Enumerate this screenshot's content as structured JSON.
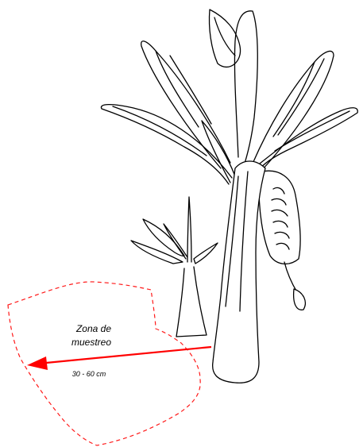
{
  "labels": {
    "zone_line1": "Zona de",
    "zone_line2": "muestreo",
    "distance": "30 - 60 cm"
  },
  "colors": {
    "zone_outline": "#ff1a1a",
    "arrow": "#ff0000",
    "plant_stroke": "#000000",
    "background": "#ffffff"
  }
}
